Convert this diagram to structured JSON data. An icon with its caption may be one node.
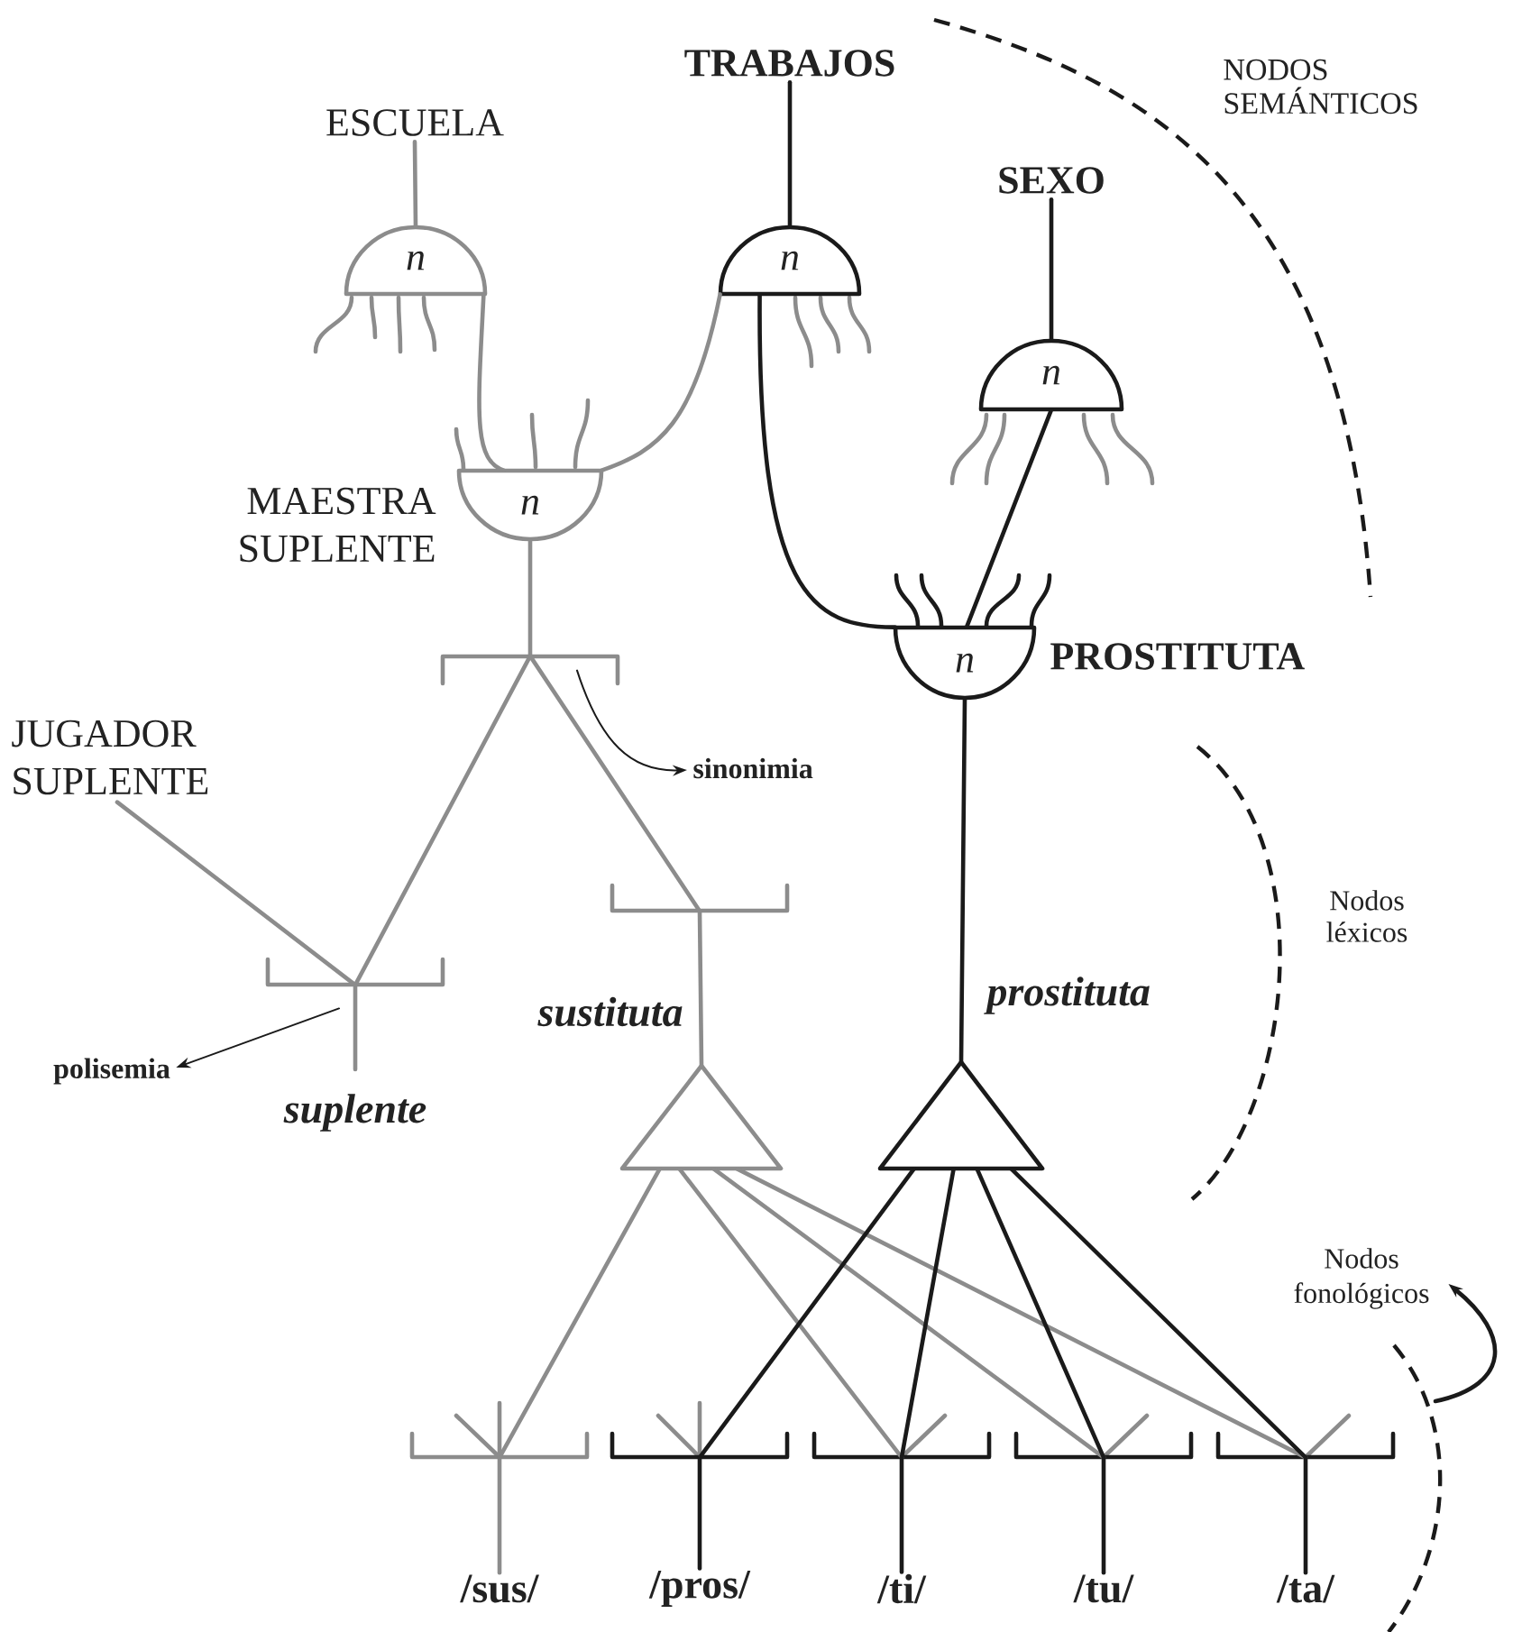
{
  "diagram": {
    "nodes": [
      {
        "text": [
          "ESCUELA"
        ]
      },
      {
        "text": [
          "n"
        ]
      },
      {
        "text": [
          "TRABAJOS"
        ]
      },
      {
        "text": [
          "n"
        ]
      },
      {
        "text": [
          "SEXO"
        ]
      },
      {
        "text": [
          "n"
        ]
      },
      {
        "text": [
          "n"
        ],
        "beside": [
          "MAESTRA SUPLENTE"
        ]
      },
      {
        "text": [
          "n"
        ],
        "beside": [
          "PROSTITUTA"
        ]
      },
      {
        "text": [],
        "shape": "bar"
      },
      {
        "text": [
          "JUGADOR SUPLENTE"
        ]
      },
      {
        "text": [],
        "shape": "bar",
        "beside": [
          "suplente"
        ]
      },
      {
        "text": [],
        "shape": "bar"
      },
      {
        "text": [],
        "shape": "triangle",
        "beside": [
          "sustituta"
        ]
      },
      {
        "text": [],
        "shape": "triangle",
        "beside": [
          "prostituta"
        ]
      },
      {
        "text": [],
        "shape": "bar"
      },
      {
        "text": [],
        "shape": "bar"
      },
      {
        "text": [],
        "shape": "bar"
      },
      {
        "text": [],
        "shape": "bar"
      },
      {
        "text": [],
        "shape": "bar"
      },
      {
        "text": [
          "/sus/"
        ]
      },
      {
        "text": [
          "/pros/"
        ]
      },
      {
        "text": [
          "/ti/"
        ]
      },
      {
        "text": [
          "/tu/"
        ]
      },
      {
        "text": [
          "/ta/"
        ]
      },
      {
        "text": [
          "sinonimia"
        ]
      },
      {
        "text": [
          "polisemia"
        ]
      },
      {
        "text": [
          "Nodos fonológicos"
        ]
      }
    ],
    "edges": [
      {
        "from": 0,
        "to": 1,
        "arrow": "none",
        "color": "#8c8c8c"
      },
      {
        "from": 2,
        "to": 3,
        "arrow": "none"
      },
      {
        "from": 4,
        "to": 5,
        "arrow": "none"
      },
      {
        "from": 1,
        "to": 6,
        "arrow": "none",
        "color": "#8c8c8c"
      },
      {
        "from": 3,
        "to": 6,
        "arrow": "none",
        "color": "#8c8c8c"
      },
      {
        "from": 3,
        "to": 7,
        "arrow": "none"
      },
      {
        "from": 5,
        "to": 7,
        "arrow": "none"
      },
      {
        "from": 6,
        "to": 8,
        "arrow": "none",
        "color": "#8c8c8c"
      },
      {
        "from": 8,
        "to": 10,
        "arrow": "none",
        "color": "#8c8c8c"
      },
      {
        "from": 8,
        "to": 11,
        "arrow": "none",
        "color": "#8c8c8c"
      },
      {
        "from": 9,
        "to": 10,
        "arrow": "none",
        "color": "#8c8c8c"
      },
      {
        "from": 11,
        "to": 12,
        "arrow": "none",
        "color": "#8c8c8c"
      },
      {
        "from": 7,
        "to": 13,
        "arrow": "none"
      },
      {
        "from": 12,
        "to": 14,
        "arrow": "none",
        "color": "#8c8c8c"
      },
      {
        "from": 12,
        "to": 16,
        "arrow": "none",
        "color": "#8c8c8c"
      },
      {
        "from": 12,
        "to": 17,
        "arrow": "none",
        "color": "#8c8c8c"
      },
      {
        "from": 12,
        "to": 18,
        "arrow": "none",
        "color": "#8c8c8c"
      },
      {
        "from": 13,
        "to": 15,
        "arrow": "none"
      },
      {
        "from": 13,
        "to": 16,
        "arrow": "none"
      },
      {
        "from": 13,
        "to": 17,
        "arrow": "none"
      },
      {
        "from": 13,
        "to": 18,
        "arrow": "none"
      },
      {
        "from": 14,
        "to": 19,
        "arrow": "none",
        "color": "#8c8c8c"
      },
      {
        "from": 15,
        "to": 20,
        "arrow": "none"
      },
      {
        "from": 16,
        "to": 21,
        "arrow": "none"
      },
      {
        "from": 17,
        "to": 22,
        "arrow": "none"
      },
      {
        "from": 18,
        "to": 23,
        "arrow": "none"
      },
      {
        "from": 8,
        "to": 24,
        "arrow": "to"
      },
      {
        "from": 10,
        "to": 25,
        "arrow": "to"
      },
      {
        "from": null,
        "to": 26,
        "arrow": "to"
      }
    ],
    "labels": [
      "NODOS SEMÁNTICOS",
      "Nodos léxicos"
    ]
  }
}
